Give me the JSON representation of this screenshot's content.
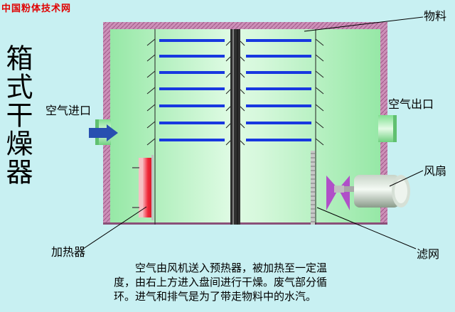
{
  "site_title": "中国粉体技术网",
  "title": "箱式干燥器",
  "labels": {
    "material": "物料",
    "air_inlet": "空气进口",
    "air_outlet": "空气出口",
    "fan": "风扇",
    "heater": "加热器",
    "filter": "滤网"
  },
  "description": [
    "空气由风机送入预热器，被加热至一定温",
    "度，由右上方进入盘间进行干燥。废气部分循",
    "环。进气和排气是为了带走物料中的水汽。"
  ],
  "colors": {
    "background": "#c8f0f2",
    "chamber": "#a8f0b4",
    "wall": "#c88ab4",
    "trays": "#1838e0",
    "heater": "#f02838",
    "inlet_arrow": "#2850b0",
    "fan_blades": "#b050c8",
    "site_title": "#e00000"
  }
}
